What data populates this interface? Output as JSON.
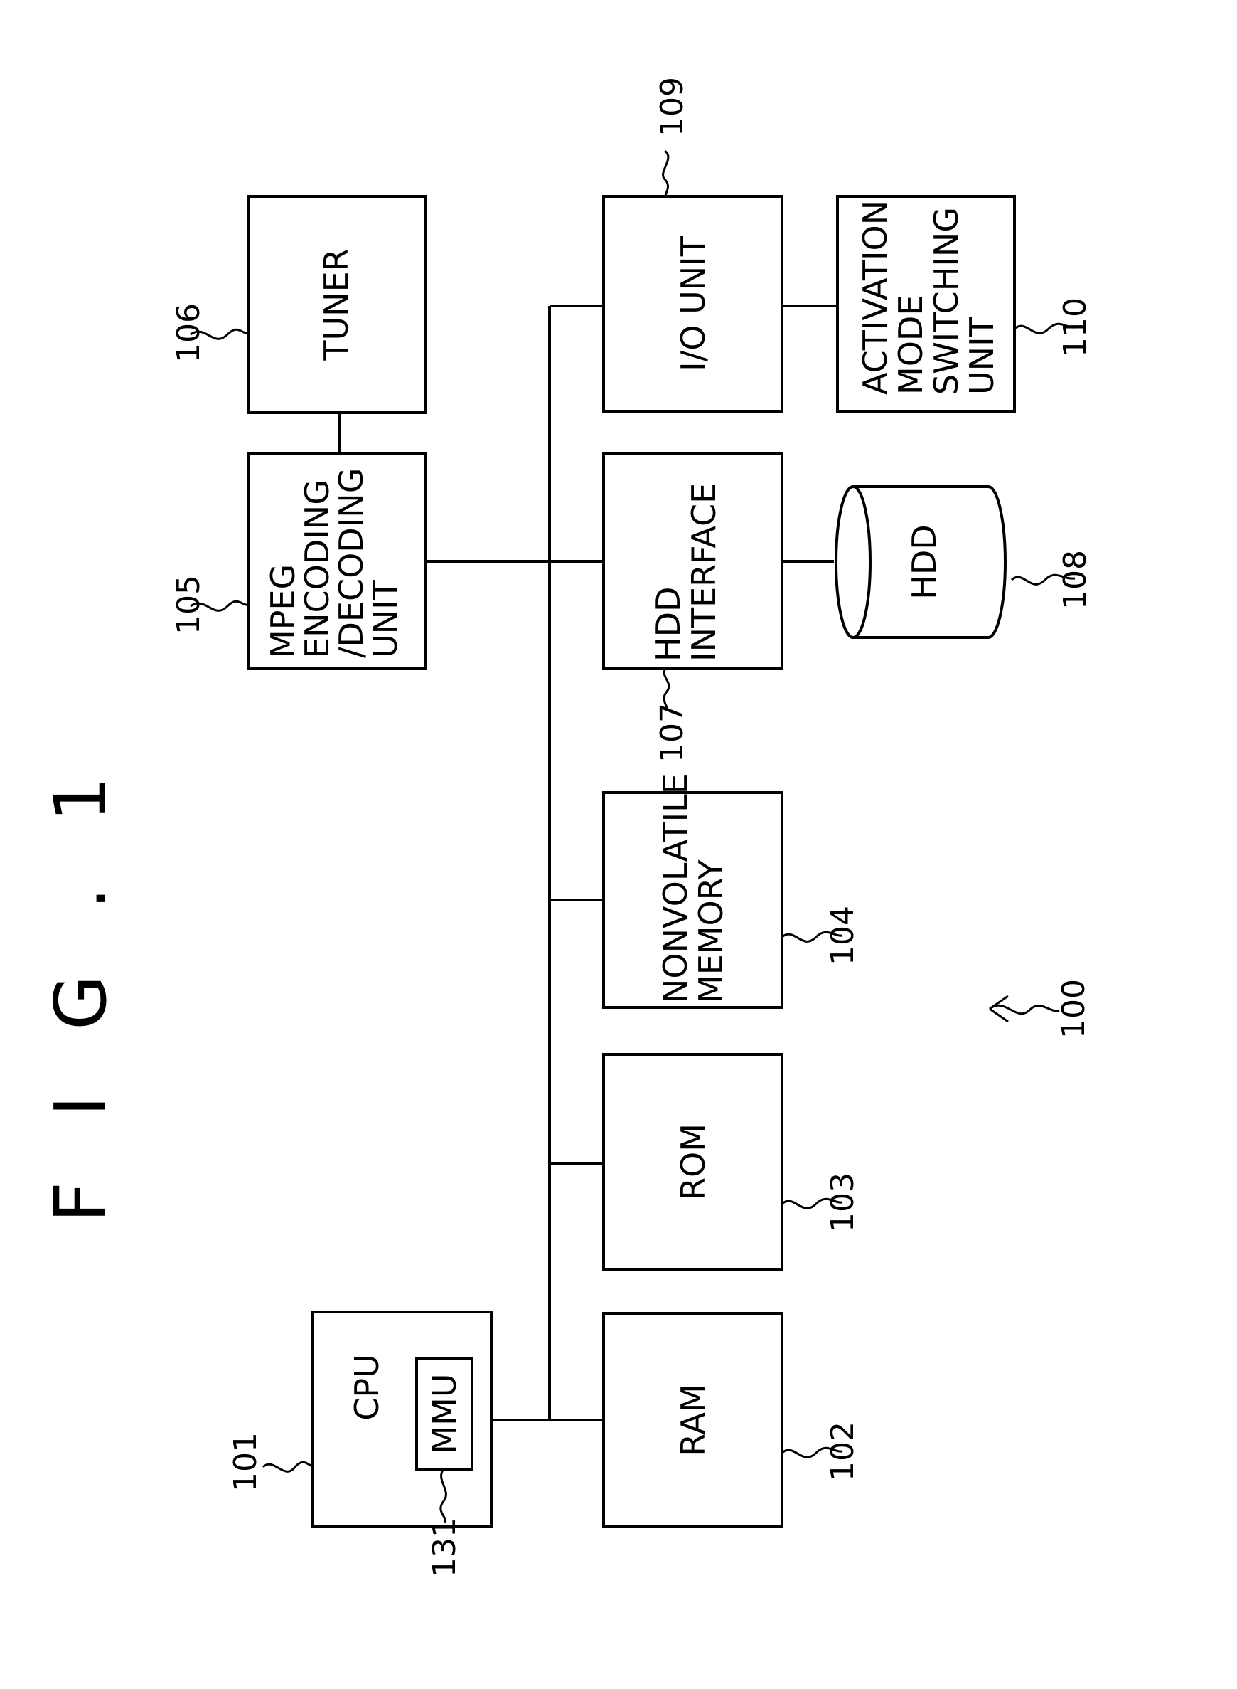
{
  "figure_title": "F I G . 1",
  "system_ref": "100",
  "blocks": {
    "cpu": {
      "label": "CPU",
      "ref": "101"
    },
    "mmu": {
      "label": "MMU",
      "ref": "131"
    },
    "ram": {
      "label": "RAM",
      "ref": "102"
    },
    "rom": {
      "label": "ROM",
      "ref": "103"
    },
    "nonvolatile_memory": {
      "line1": "NONVOLATILE",
      "line2": "MEMORY",
      "ref": "104"
    },
    "mpeg_unit": {
      "line1": "MPEG",
      "line2": "ENCODING",
      "line3": "/DECODING",
      "line4": "UNIT",
      "ref": "105"
    },
    "tuner": {
      "label": "TUNER",
      "ref": "106"
    },
    "hdd_interface": {
      "line1": "HDD",
      "line2": "INTERFACE",
      "ref": "107"
    },
    "hdd": {
      "label": "HDD",
      "ref": "108"
    },
    "io_unit": {
      "label": "I/O UNIT",
      "ref": "109"
    },
    "activation_switch": {
      "line1": "ACTIVATION",
      "line2": "MODE",
      "line3": "SWITCHING",
      "line4": "UNIT",
      "ref": "110"
    }
  }
}
